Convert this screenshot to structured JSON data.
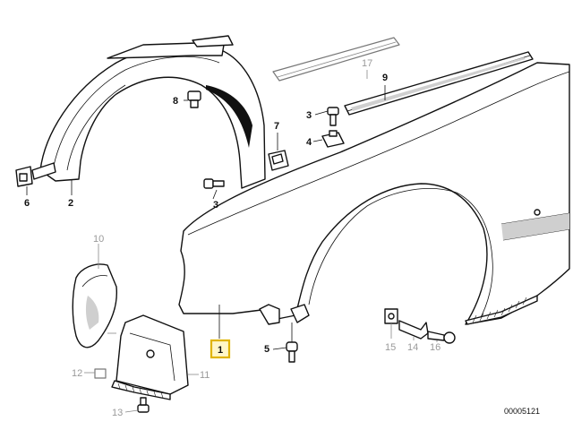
{
  "diagram": {
    "callouts": [
      {
        "id": "c1",
        "text": "1",
        "highlighted": true
      },
      {
        "id": "c2",
        "text": "2"
      },
      {
        "id": "c3a",
        "text": "3"
      },
      {
        "id": "c3b",
        "text": "3"
      },
      {
        "id": "c4",
        "text": "4"
      },
      {
        "id": "c5",
        "text": "5"
      },
      {
        "id": "c6",
        "text": "6"
      },
      {
        "id": "c7",
        "text": "7"
      },
      {
        "id": "c8",
        "text": "8"
      },
      {
        "id": "c9",
        "text": "9"
      },
      {
        "id": "c10",
        "text": "10",
        "dimmed": true
      },
      {
        "id": "c11",
        "text": "11",
        "dimmed": true
      },
      {
        "id": "c12",
        "text": "12",
        "dimmed": true
      },
      {
        "id": "c13",
        "text": "13",
        "dimmed": true
      },
      {
        "id": "c14",
        "text": "14",
        "dimmed": true
      },
      {
        "id": "c15",
        "text": "15",
        "dimmed": true
      },
      {
        "id": "c16",
        "text": "16",
        "dimmed": true
      },
      {
        "id": "c17",
        "text": "17",
        "dimmed": true
      }
    ],
    "drawing_code": "00005121",
    "colors": {
      "line": "#111111",
      "dimmed": "#9a9a9a",
      "highlight": "#e0b400"
    }
  }
}
